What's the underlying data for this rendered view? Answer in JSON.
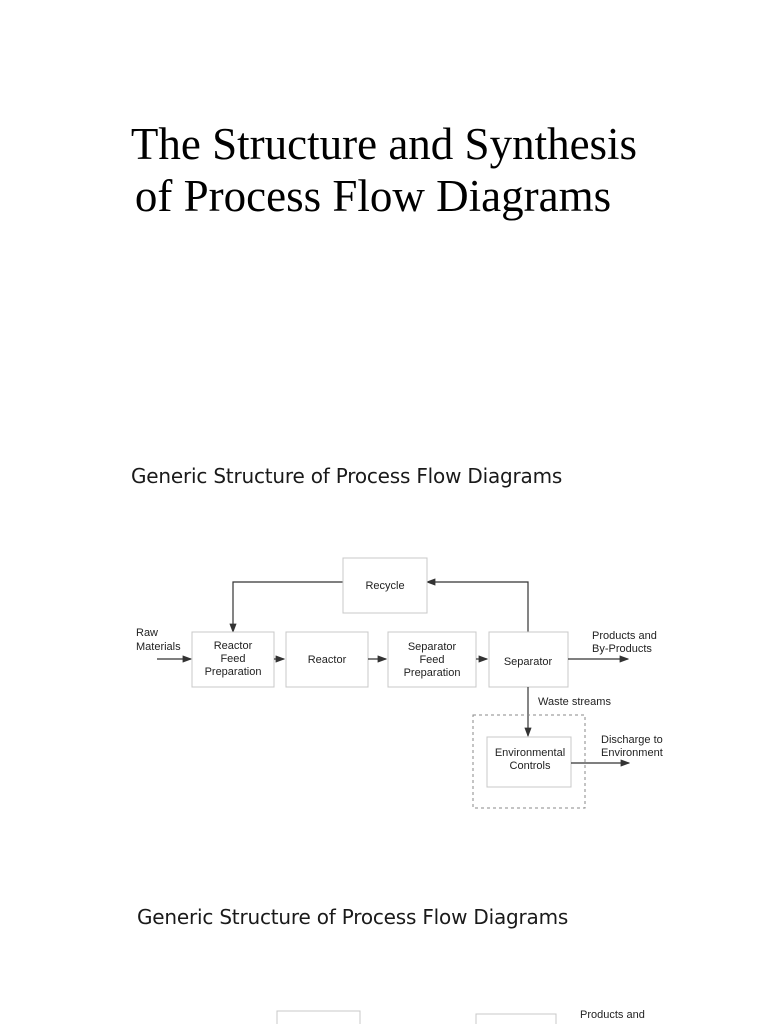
{
  "title": {
    "line1": "The Structure and Synthesis",
    "line2": "of Process Flow Diagrams"
  },
  "slides": [
    {
      "heading": "Generic Structure of Process Flow Diagrams",
      "diagram": {
        "inputs": {
          "raw_materials": [
            "Raw",
            "Materials"
          ]
        },
        "blocks": {
          "recycle": [
            "Recycle"
          ],
          "reactor_feed_prep": [
            "Reactor",
            "Feed",
            "Preparation"
          ],
          "reactor": [
            "Reactor"
          ],
          "separator_feed_prep": [
            "Separator",
            "Feed",
            "Preparation"
          ],
          "separator": [
            "Separator"
          ],
          "environmental_controls": [
            "Environmental",
            "Controls"
          ]
        },
        "outputs": {
          "products": [
            "Products and",
            "By-Products"
          ],
          "waste_streams": [
            "Waste streams"
          ],
          "discharge": [
            "Discharge to",
            "Environment"
          ]
        }
      }
    },
    {
      "heading": "Generic Structure of Process Flow Diagrams",
      "diagram": {
        "outputs": {
          "products": [
            "Products and"
          ]
        }
      }
    }
  ]
}
